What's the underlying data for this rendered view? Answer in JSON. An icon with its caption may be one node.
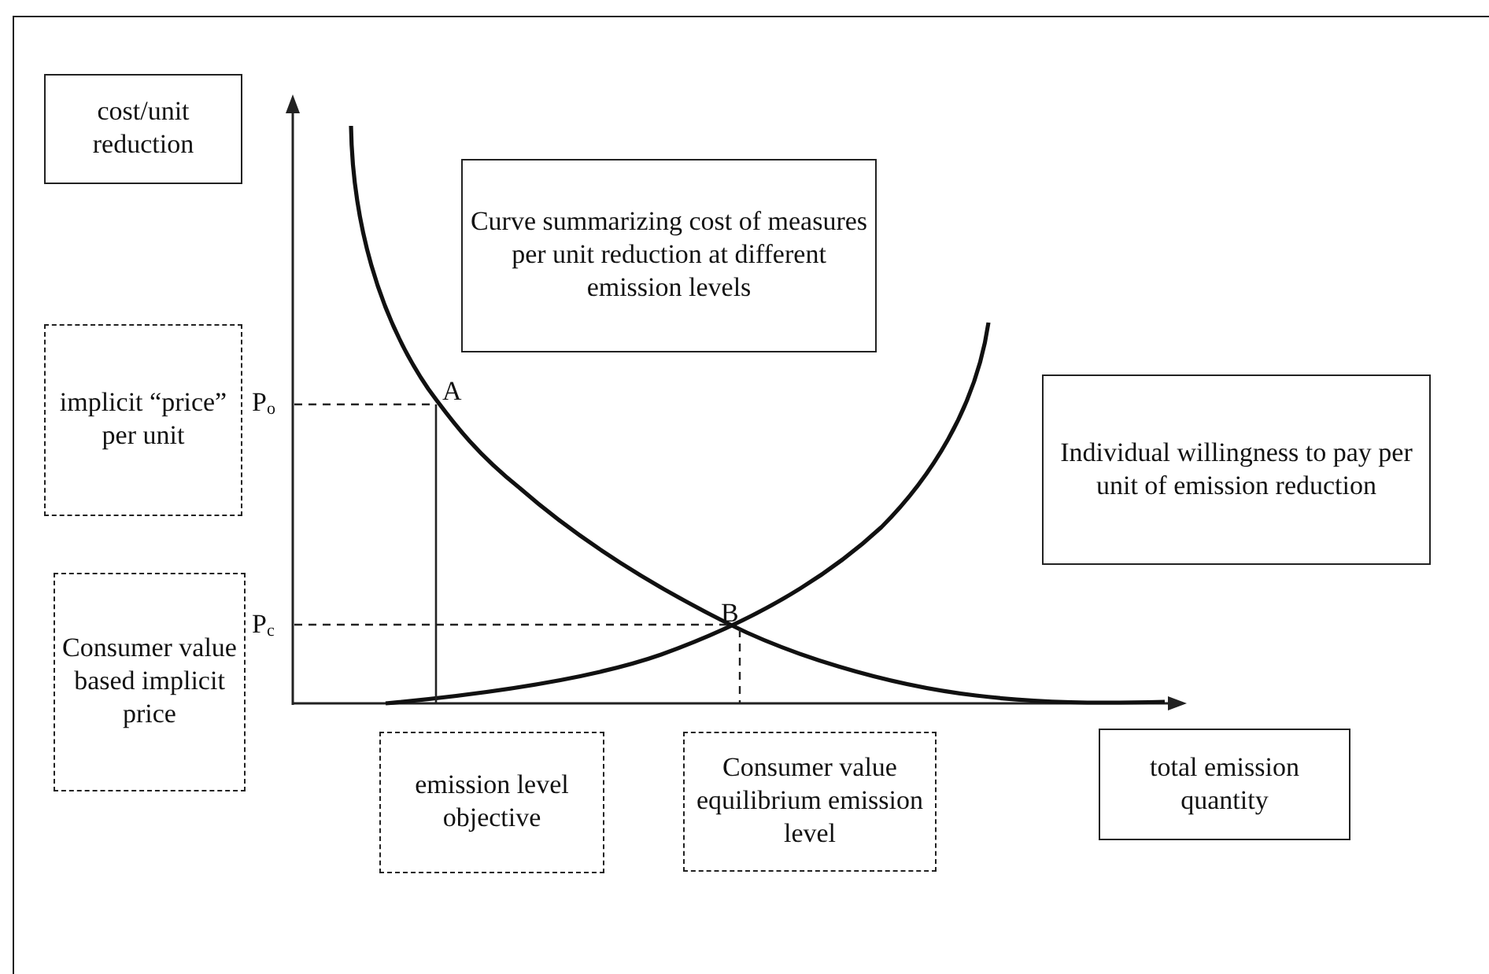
{
  "diagram": {
    "nodes": [
      {
        "text": [
          "cost/unit reduction"
        ]
      },
      {
        "text": [
          "Curve summarizing cost of measures per unit reduction at different emission levels"
        ]
      },
      {
        "text": [
          "implicit “price” per unit"
        ]
      },
      {
        "text": [
          "Individual willingness to pay per unit of emission reduction"
        ]
      },
      {
        "text": [
          "Consumer value based implicit price"
        ]
      },
      {
        "text": [
          "emission level objective"
        ]
      },
      {
        "text": [
          "Consumer value equilibrium emission level"
        ]
      },
      {
        "text": [
          "total emission quantity"
        ]
      }
    ],
    "labels": [
      "A",
      "P$_{o}$",
      "B",
      "P$_{c}$"
    ]
  }
}
